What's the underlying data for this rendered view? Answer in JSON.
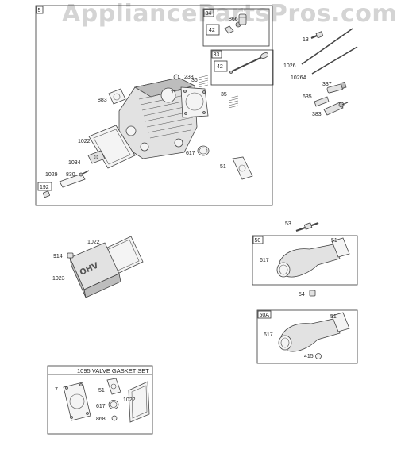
{
  "watermark": "AppliancePartsPros.com",
  "assemblies": {
    "head": {
      "box_label": "5"
    },
    "valve_kit_34": {
      "box_label": "34",
      "inner_label": "42",
      "callout": "866"
    },
    "valve_kit_33": {
      "box_label": "33",
      "inner_label": "42"
    },
    "pipe_50": {
      "box_label": "50"
    },
    "pipe_50a": {
      "box_label": "50A"
    },
    "gasket_set": {
      "title": "1095 VALVE GASKET SET"
    }
  },
  "callouts": {
    "c_13": "13",
    "c_1026": "1026",
    "c_1026a": "1026A",
    "c_337": "337",
    "c_635": "635",
    "c_383": "383",
    "c_238": "238",
    "c_36": "36",
    "c_7": "7",
    "c_35": "35",
    "c_883": "883",
    "c_1022": "1022",
    "c_1034": "1034",
    "c_1029": "1029",
    "c_830": "830",
    "c_617": "617",
    "c_51": "51",
    "c_192": "192",
    "c_53": "53",
    "c_914": "914",
    "c_1022b": "1022",
    "c_1023": "1023",
    "c_617_50": "617",
    "c_51_50": "51",
    "c_54": "54",
    "c_617_50a": "617",
    "c_51_50a": "51",
    "c_415": "415",
    "c_7_set": "7",
    "c_51_set": "51",
    "c_617_set": "617",
    "c_1022_set": "1022",
    "c_868": "868"
  }
}
